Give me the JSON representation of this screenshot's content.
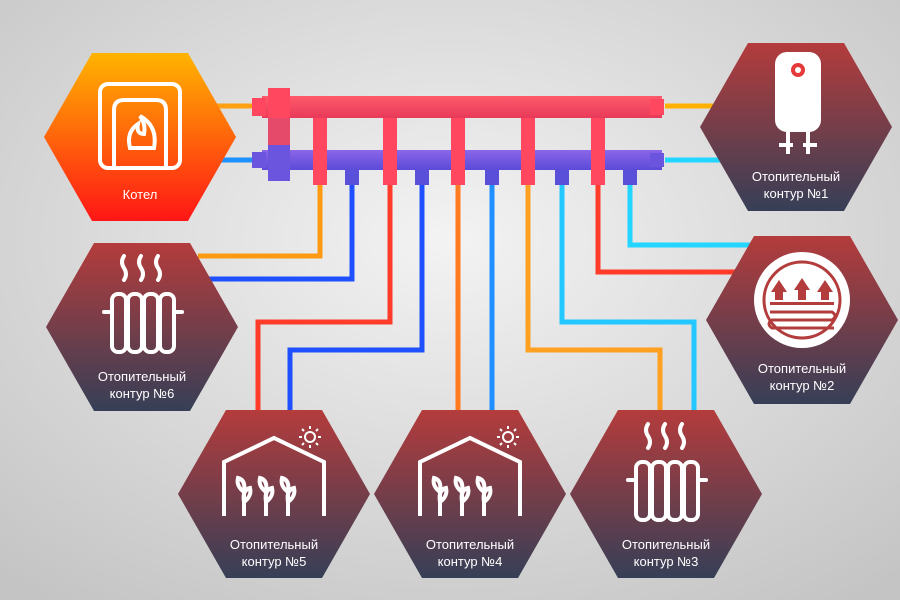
{
  "boiler": {
    "label": "Котел"
  },
  "circuits": [
    {
      "line1": "Отопительный",
      "line2": "контур  №1",
      "icon": "water-heater-icon"
    },
    {
      "line1": "Отопительный",
      "line2": "контур  №2",
      "icon": "underfloor-heating-icon"
    },
    {
      "line1": "Отопительный",
      "line2": "контур  №3",
      "icon": "radiator-icon"
    },
    {
      "line1": "Отопительный",
      "line2": "контур  №4",
      "icon": "greenhouse-icon"
    },
    {
      "line1": "Отопительный",
      "line2": "контур  №5",
      "icon": "greenhouse-icon"
    },
    {
      "line1": "Отопительный",
      "line2": "контур  №6",
      "icon": "radiator-icon"
    }
  ],
  "colors": {
    "hot": "#ff3b2a",
    "cold": "#1e50ff",
    "manifold_hot": "#f4475d",
    "manifold_cold": "#7b5be0",
    "hex_top": "#b53d3d",
    "hex_bottom": "#3a4258",
    "boiler_top": "#ffb000",
    "boiler_bottom": "#ff1a1a",
    "background": "#dcdcdc"
  }
}
